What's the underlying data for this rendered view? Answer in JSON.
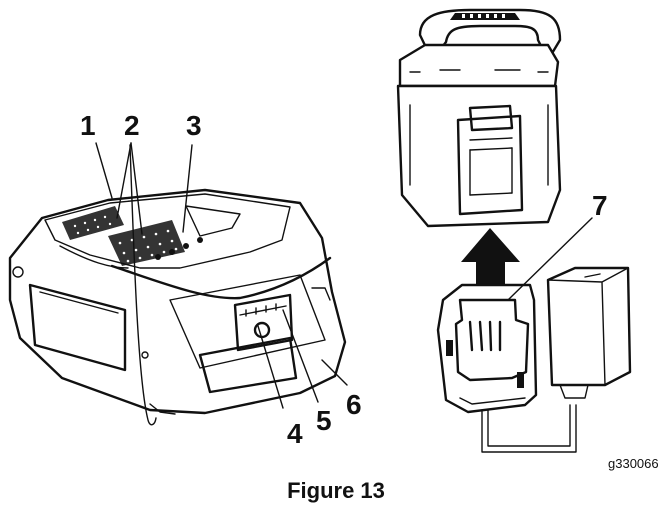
{
  "figure": {
    "caption": "Figure 13",
    "graphic_code": "g330066",
    "callouts": [
      "1",
      "2",
      "3",
      "4",
      "5",
      "6",
      "7"
    ]
  }
}
